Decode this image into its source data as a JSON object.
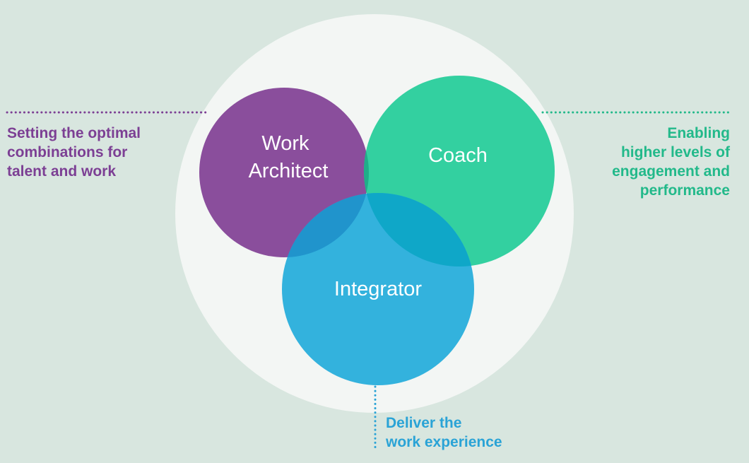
{
  "colors": {
    "background": "#d8e6df",
    "outer_circle": "#f3f6f4",
    "work_architect": "#8a4e9c",
    "coach": "#33d0a0",
    "integrator": "#33b2dd",
    "overlap_architect_coach": "#1fae89",
    "overlap_architect_integrator": "#2094cc",
    "overlap_coach_integrator": "#0fa7c8",
    "overlap_center": "#1996c2",
    "label_text": "#ffffff"
  },
  "circles": {
    "work_architect": {
      "label_lines": [
        "Work",
        "Architect"
      ],
      "icon": "none"
    },
    "coach": {
      "label_lines": [
        "Coach"
      ],
      "icon": "none"
    },
    "integrator": {
      "label_lines": [
        "Integrator"
      ],
      "icon": "none"
    }
  },
  "callouts": {
    "left": {
      "lines": [
        "Setting the optimal",
        "combinations for",
        "talent and work"
      ],
      "color": "#7c3f94"
    },
    "right": {
      "lines": [
        "Enabling",
        "higher levels of",
        "engagement and",
        "performance"
      ],
      "color": "#22b98a"
    },
    "bottom": {
      "lines": [
        "Deliver the",
        "work experience"
      ],
      "color": "#2aa3d6"
    }
  }
}
